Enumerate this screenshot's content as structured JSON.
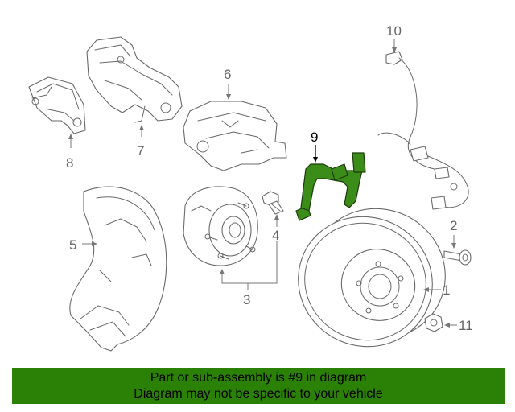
{
  "diagram": {
    "highlighted_part": "9",
    "highlight_color": "#2b8106",
    "callouts": {
      "c1": "1",
      "c2": "2",
      "c3": "3",
      "c4": "4",
      "c5": "5",
      "c6": "6",
      "c7": "7",
      "c8": "8",
      "c9": "9",
      "c10": "10",
      "c11": "11"
    }
  },
  "banner": {
    "line1": "Part or sub-assembly is #9 in diagram",
    "line2": "Diagram may not be specific to your vehicle"
  }
}
